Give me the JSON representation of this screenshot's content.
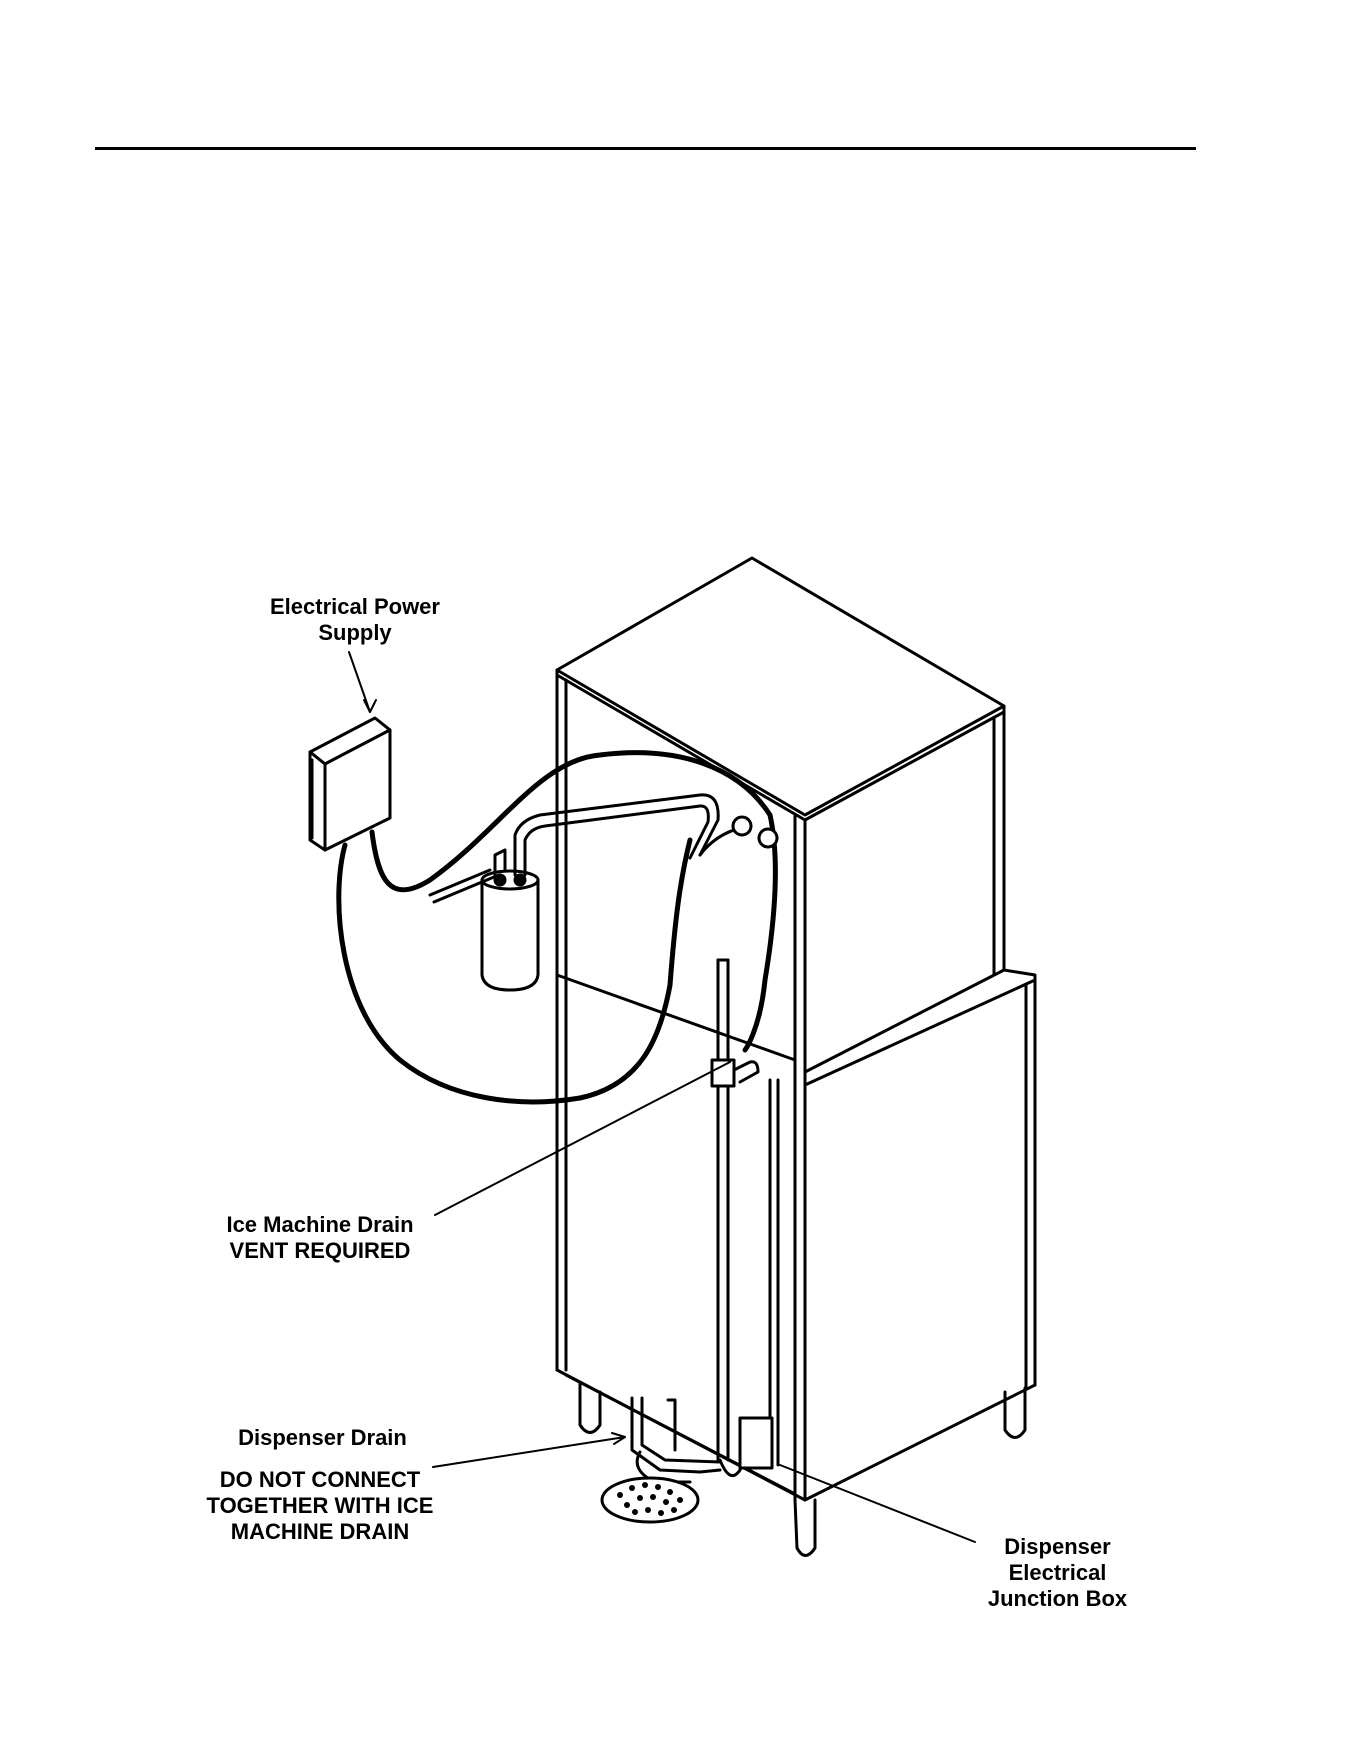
{
  "diagram": {
    "labels": {
      "power_supply": "Electrical Power\nSupply",
      "ice_drain": "Ice Machine Drain\nVENT REQUIRED",
      "dispenser_drain_title": "Dispenser Drain",
      "dispenser_drain_warning": "DO NOT CONNECT\nTOGETHER WITH ICE\nMACHINE DRAIN",
      "junction_box": "Dispenser\nElectrical\nJunction Box"
    },
    "colors": {
      "line": "#000000",
      "background": "#ffffff"
    }
  }
}
